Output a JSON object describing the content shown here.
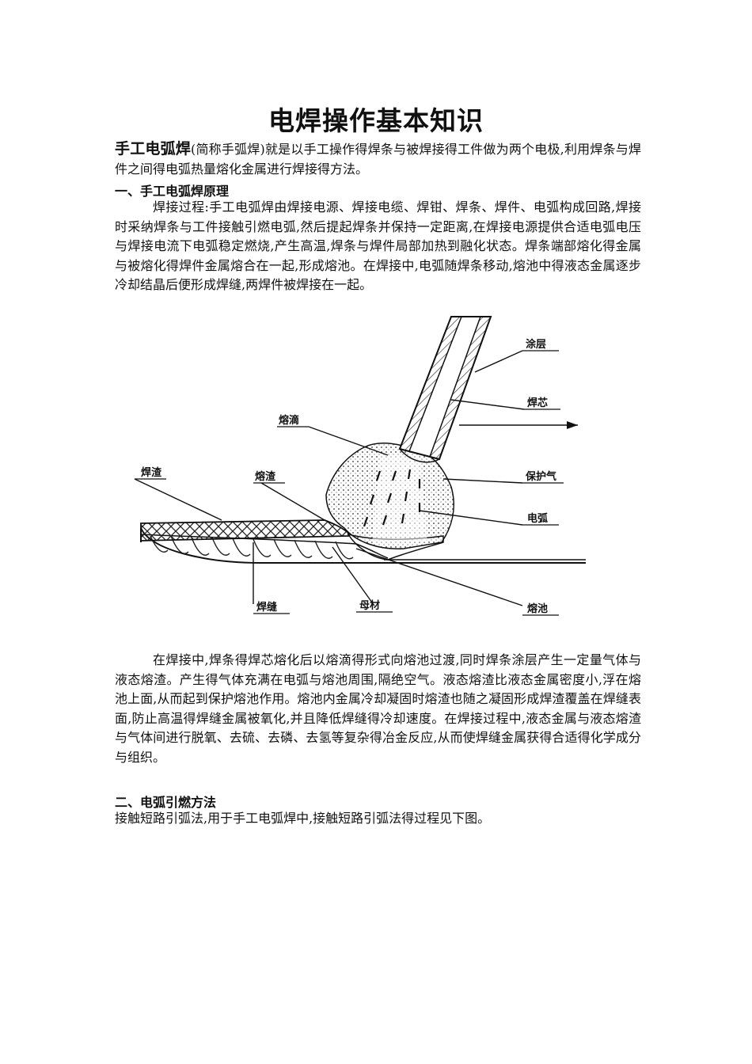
{
  "title": "电焊操作基本知识",
  "intro": {
    "term": "手工电弧焊",
    "text": "(简称手弧焊)就是以手工操作得焊条与被焊接得工件做为两个电极,利用焊条与焊件之间得电弧热量熔化金属进行焊接得方法。"
  },
  "section1": {
    "heading": "一、手工电弧焊原理",
    "paragraph": "焊接过程:手工电弧焊由焊接电源、焊接电缆、焊钳、焊条、焊件、电弧构成回路,焊接时采纳焊条与工件接触引燃电弧,然后提起焊条并保持一定距离,在焊接电源提供合适电弧电压与焊接电流下电弧稳定燃烧,产生高温,焊条与焊件局部加热到融化状态。焊条端部熔化得金属与被熔化得焊件金属熔合在一起,形成熔池。在焊接中,电弧随焊条移动,熔池中得液态金属逐步冷却结晶后便形成焊缝,两焊件被焊接在一起。"
  },
  "figure": {
    "labels": {
      "coating": "涂层",
      "core": "焊芯",
      "droplet": "熔滴",
      "slag_left": "焊渣",
      "slag_mid": "熔渣",
      "shield_gas": "保护气",
      "arc": "电弧",
      "weld_seam": "焊缝",
      "base_metal": "母材",
      "molten_pool": "熔池"
    }
  },
  "paragraph2": "在焊接中,焊条得焊芯熔化后以熔滴得形式向熔池过渡,同时焊条涂层产生一定量气体与液态熔渣。产生得气体充满在电弧与熔池周围,隔绝空气。液态熔渣比液态金属密度小,浮在熔池上面,从而起到保护熔池作用。熔池内金属冷却凝固时熔渣也随之凝固形成焊渣覆盖在焊缝表面,防止高温得焊缝金属被氧化,并且降低焊缝得冷却速度。在焊接过程中,液态金属与液态熔渣与气体间进行脱氧、去硫、去磷、去氢等复杂得冶金反应,从而使焊缝金属获得合适得化学成分与组织。",
  "section2": {
    "heading": "二、电弧引燃方法",
    "paragraph": "接触短路引弧法,用于手工电弧焊中,接触短路引弧法得过程见下图。"
  }
}
